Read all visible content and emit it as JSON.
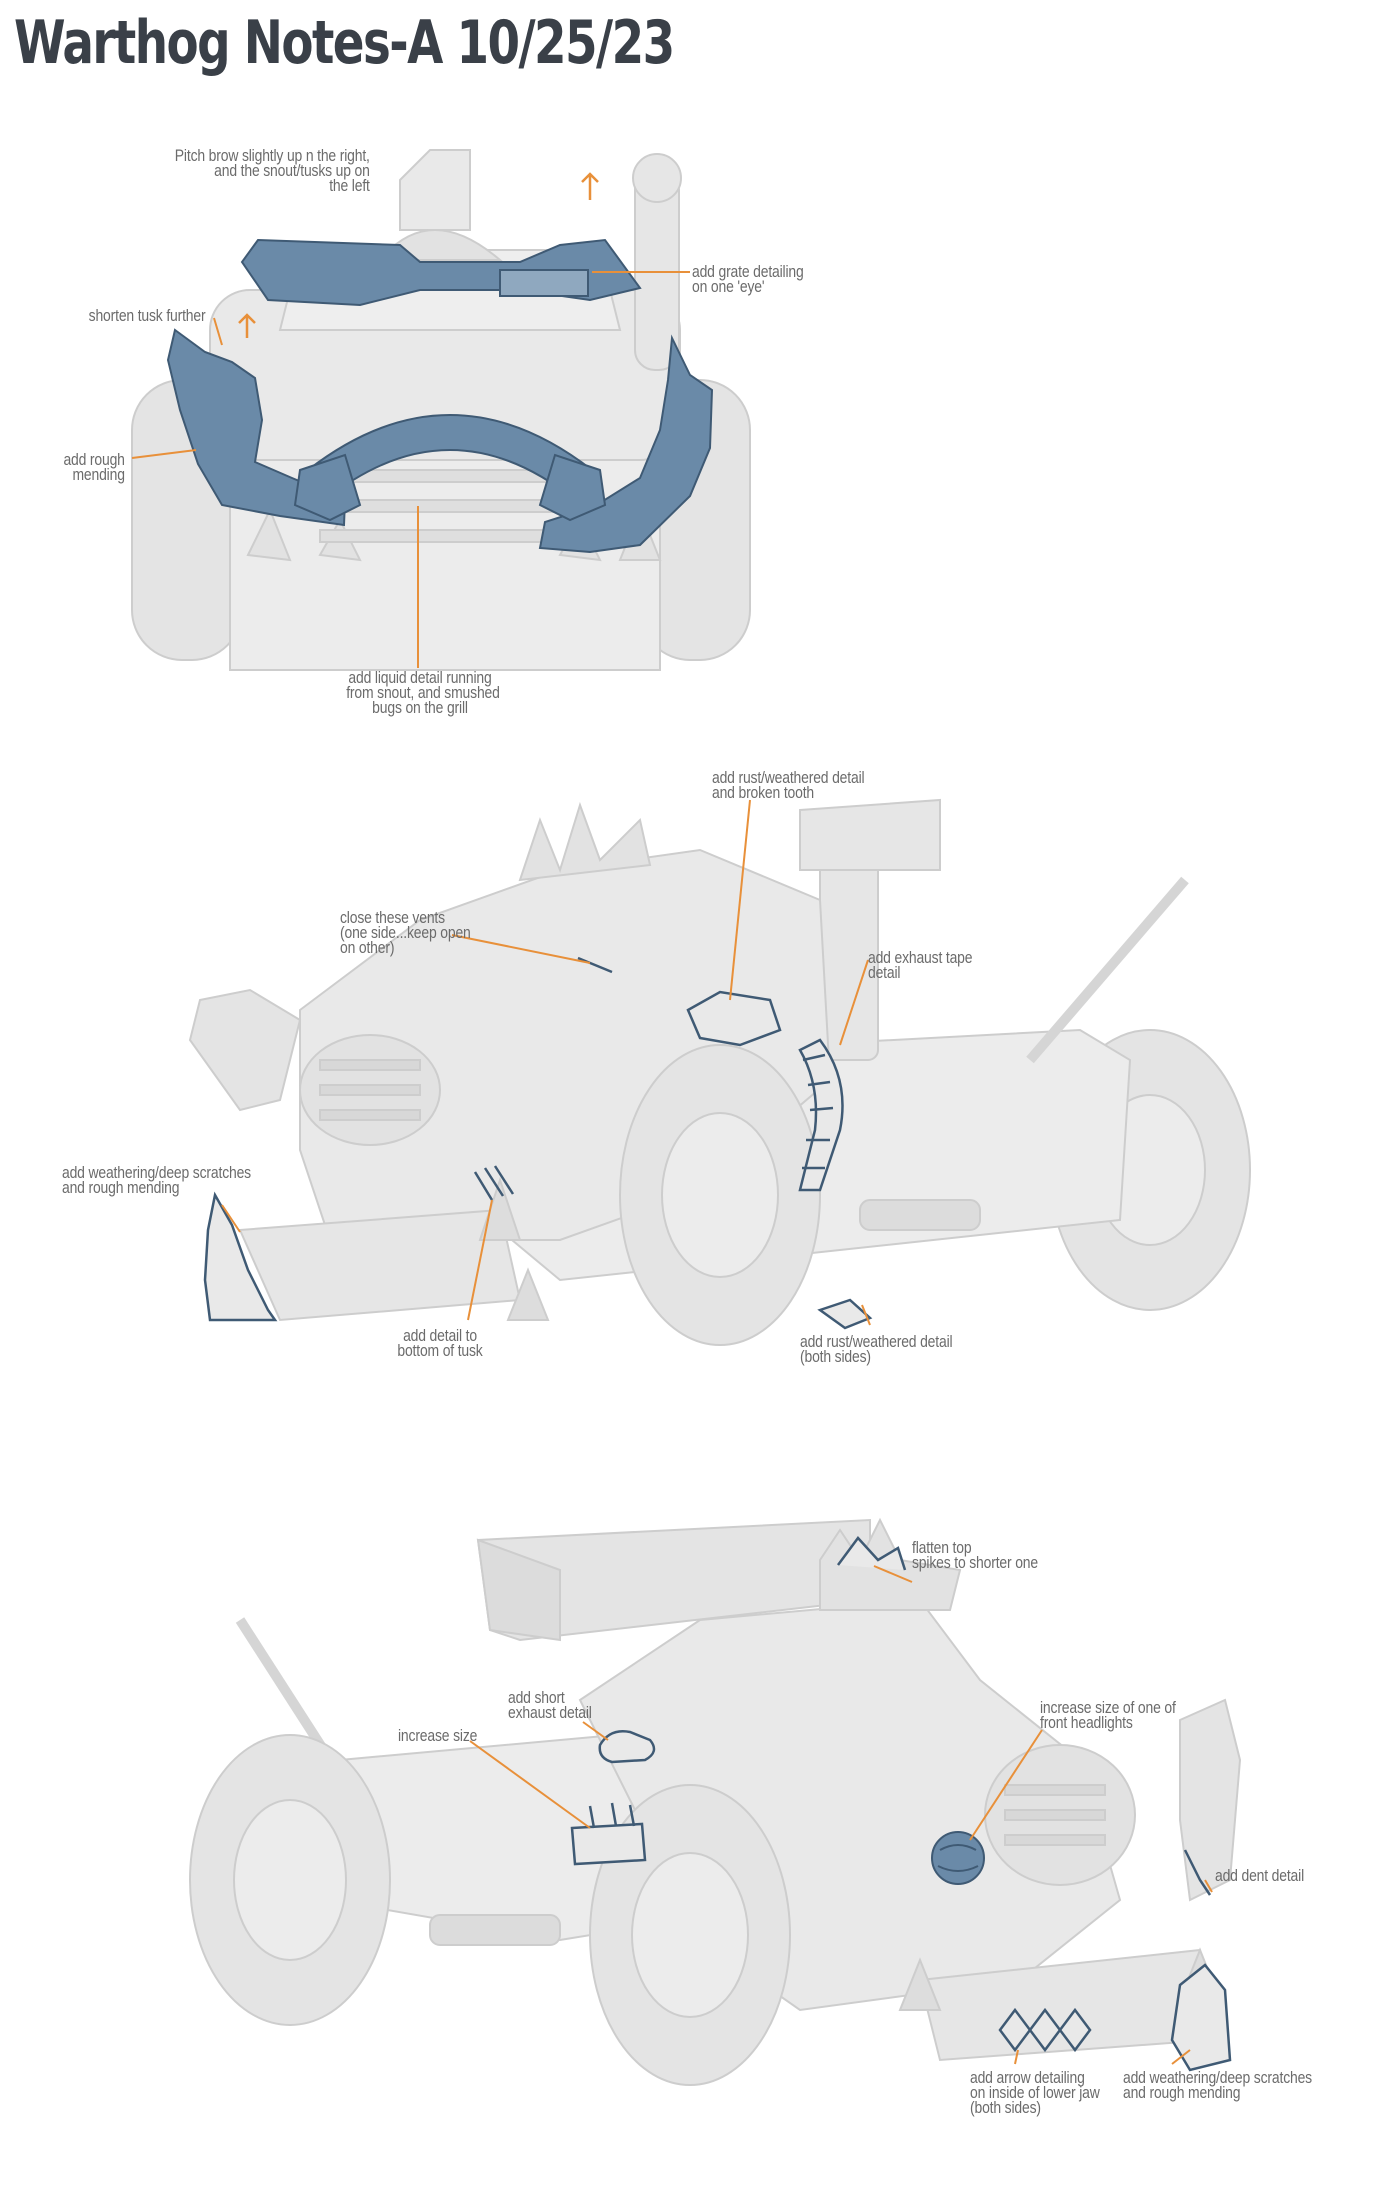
{
  "title": "Warthog Notes-A 10/25/23",
  "colors": {
    "model": "#e9e9e9",
    "model_shade": "#d7d7d7",
    "model_edge": "#c9c9c9",
    "highlight": "#6a8aa8",
    "highlight_dark": "#4f6f8f",
    "leader": "#e8903a",
    "note_text": "#6b6b6b",
    "title_text": "#3a4048"
  },
  "views": {
    "front": {
      "notes": {
        "pitch_brow": "Pitch brow slightly up n the right,\nand the snout/tusks up on\nthe left",
        "grate": "add grate detailing\non one 'eye'",
        "shorten_tusk": "shorten tusk further",
        "rough_mending": "add rough\nmending",
        "liquid": "add liquid detail running\nfrom snout, and smushed\nbugs on the grill"
      }
    },
    "side": {
      "notes": {
        "rust_tooth": "add rust/weathered detail\nand broken tooth",
        "close_vents": "close these vents\n(one side...keep open\non other)",
        "exhaust_tape": "add exhaust tape\ndetail",
        "weathering": "add weathering/deep scratches\nand rough mending",
        "tusk_bottom": "add detail to\nbottom of tusk",
        "rust_sides": "add rust/weathered detail\n(both sides)"
      }
    },
    "rear": {
      "notes": {
        "flatten": "flatten top\nspikes to shorter one",
        "short_exhaust": "add short\nexhaust detail",
        "increase_size": "increase size",
        "headlight": "increase size of one of\nfront headlights",
        "dent": "add dent detail",
        "arrow": "add arrow detailing\non inside of lower jaw\n(both sides)",
        "weathering": "add weathering/deep scratches\nand rough mending"
      }
    }
  }
}
